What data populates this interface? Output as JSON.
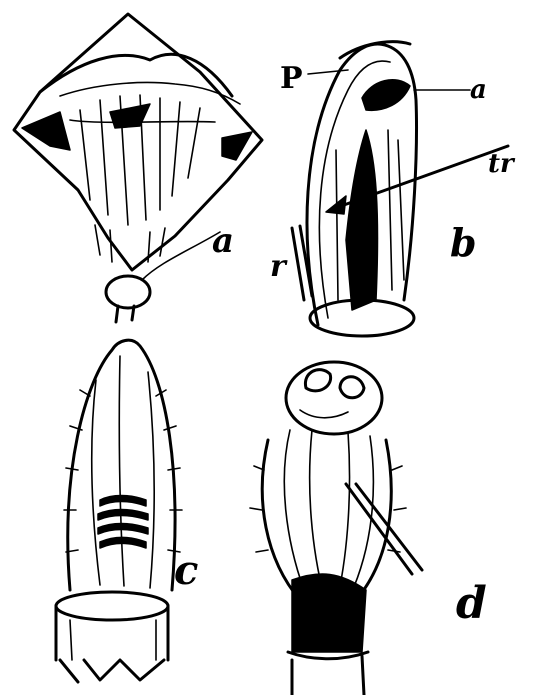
{
  "labels": {
    "a": "a",
    "b": "b",
    "c": "c",
    "d": "d",
    "p": "P",
    "a_small": "a",
    "tr": "tr",
    "r": "r"
  }
}
